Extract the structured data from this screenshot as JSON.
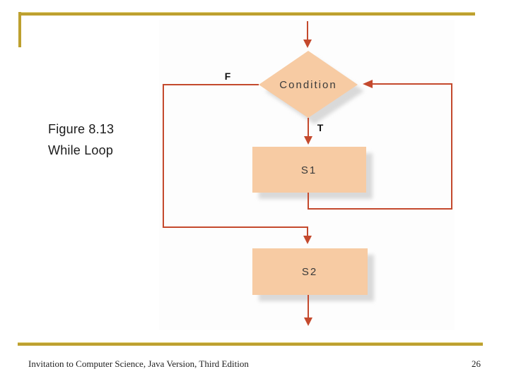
{
  "caption": {
    "line1": "Figure 8.13",
    "line2": "While Loop"
  },
  "diagram": {
    "condition_label": "Condition",
    "branch_false_label": "F",
    "branch_true_label": "T",
    "statement1_label": "S1",
    "statement2_label": "S2",
    "colors": {
      "shape_fill": "#f7cba3",
      "connector": "#c4492d",
      "shadow": "#d9d9d9",
      "shape_label": "#3a3a3a",
      "branch_label": "#111111"
    }
  },
  "footer": {
    "book_title": "Invitation to Computer Science, Java Version, Third Edition",
    "page_number": "26"
  },
  "theme": {
    "accent_gold": "#bda02f",
    "background": "#ffffff",
    "diagram_background": "#fdfdfd"
  }
}
